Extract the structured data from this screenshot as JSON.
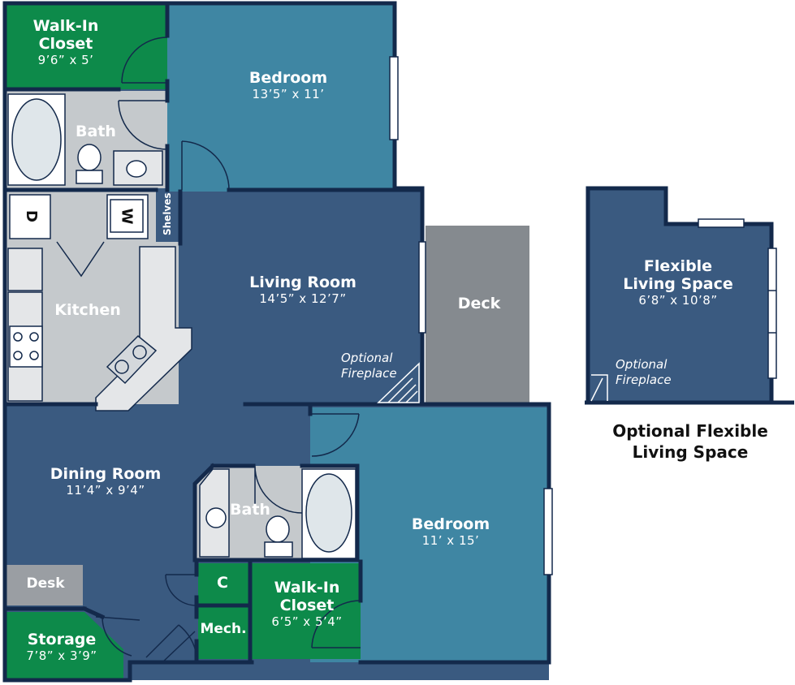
{
  "rooms": {
    "walkin_closet_top": {
      "name": "Walk-In\nCloset",
      "dim": "9’6” x 5’"
    },
    "bedroom_top": {
      "name": "Bedroom",
      "dim": "13’5” x 11’"
    },
    "bath_top": {
      "name": "Bath"
    },
    "living_room": {
      "name": "Living Room",
      "dim": "14’5” x 12’7”"
    },
    "kitchen": {
      "name": "Kitchen"
    },
    "deck": {
      "name": "Deck"
    },
    "dining_room": {
      "name": "Dining Room",
      "dim": "11’4” x 9’4”"
    },
    "bath_bottom": {
      "name": "Bath"
    },
    "bedroom_bottom": {
      "name": "Bedroom",
      "dim": "11’ x 15’"
    },
    "desk": {
      "name": "Desk"
    },
    "storage": {
      "name": "Storage",
      "dim": "7’8” x 3’9”"
    },
    "closet_c": {
      "name": "C"
    },
    "mech": {
      "name": "Mech."
    },
    "walkin_closet_bottom": {
      "name": "Walk-In\nCloset",
      "dim": "6’5” x 5’4”"
    },
    "flexible": {
      "name": "Flexible\nLiving Space",
      "dim": "6’8” x 10’8”"
    }
  },
  "labels": {
    "shelves": "Shelves",
    "dryer": "D",
    "washer": "W",
    "optional_fireplace": "Optional\nFireplace",
    "optional_fireplace_flex": "Optional\nFireplace",
    "caption": "Optional Flexible\nLiving Space"
  },
  "colors": {
    "wall": "#13294b",
    "mid_blue": "#3a5a80",
    "light_blue": "#3f86a3",
    "green": "#0d8a4a",
    "gray_deck": "#858a8f",
    "gray_desk": "#9a9ea3",
    "tile": "#c5c9cc",
    "counter": "#e4e6e8"
  }
}
